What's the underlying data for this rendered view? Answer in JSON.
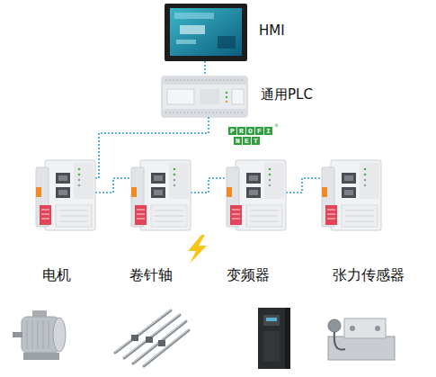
{
  "diagram": {
    "nodes": [
      {
        "text": [
          "HMI"
        ]
      },
      {
        "text": [
          "通用PLC"
        ]
      },
      {
        "text": [
          "电机"
        ]
      },
      {
        "text": [
          "卷针轴"
        ]
      },
      {
        "text": [
          "变频器"
        ]
      },
      {
        "text": [
          "张力传感器"
        ]
      }
    ],
    "edges": [
      {
        "from": 0,
        "to": 1,
        "arrow": "none"
      }
    ],
    "labels": [
      "PROFI",
      "NET",
      "®"
    ]
  }
}
